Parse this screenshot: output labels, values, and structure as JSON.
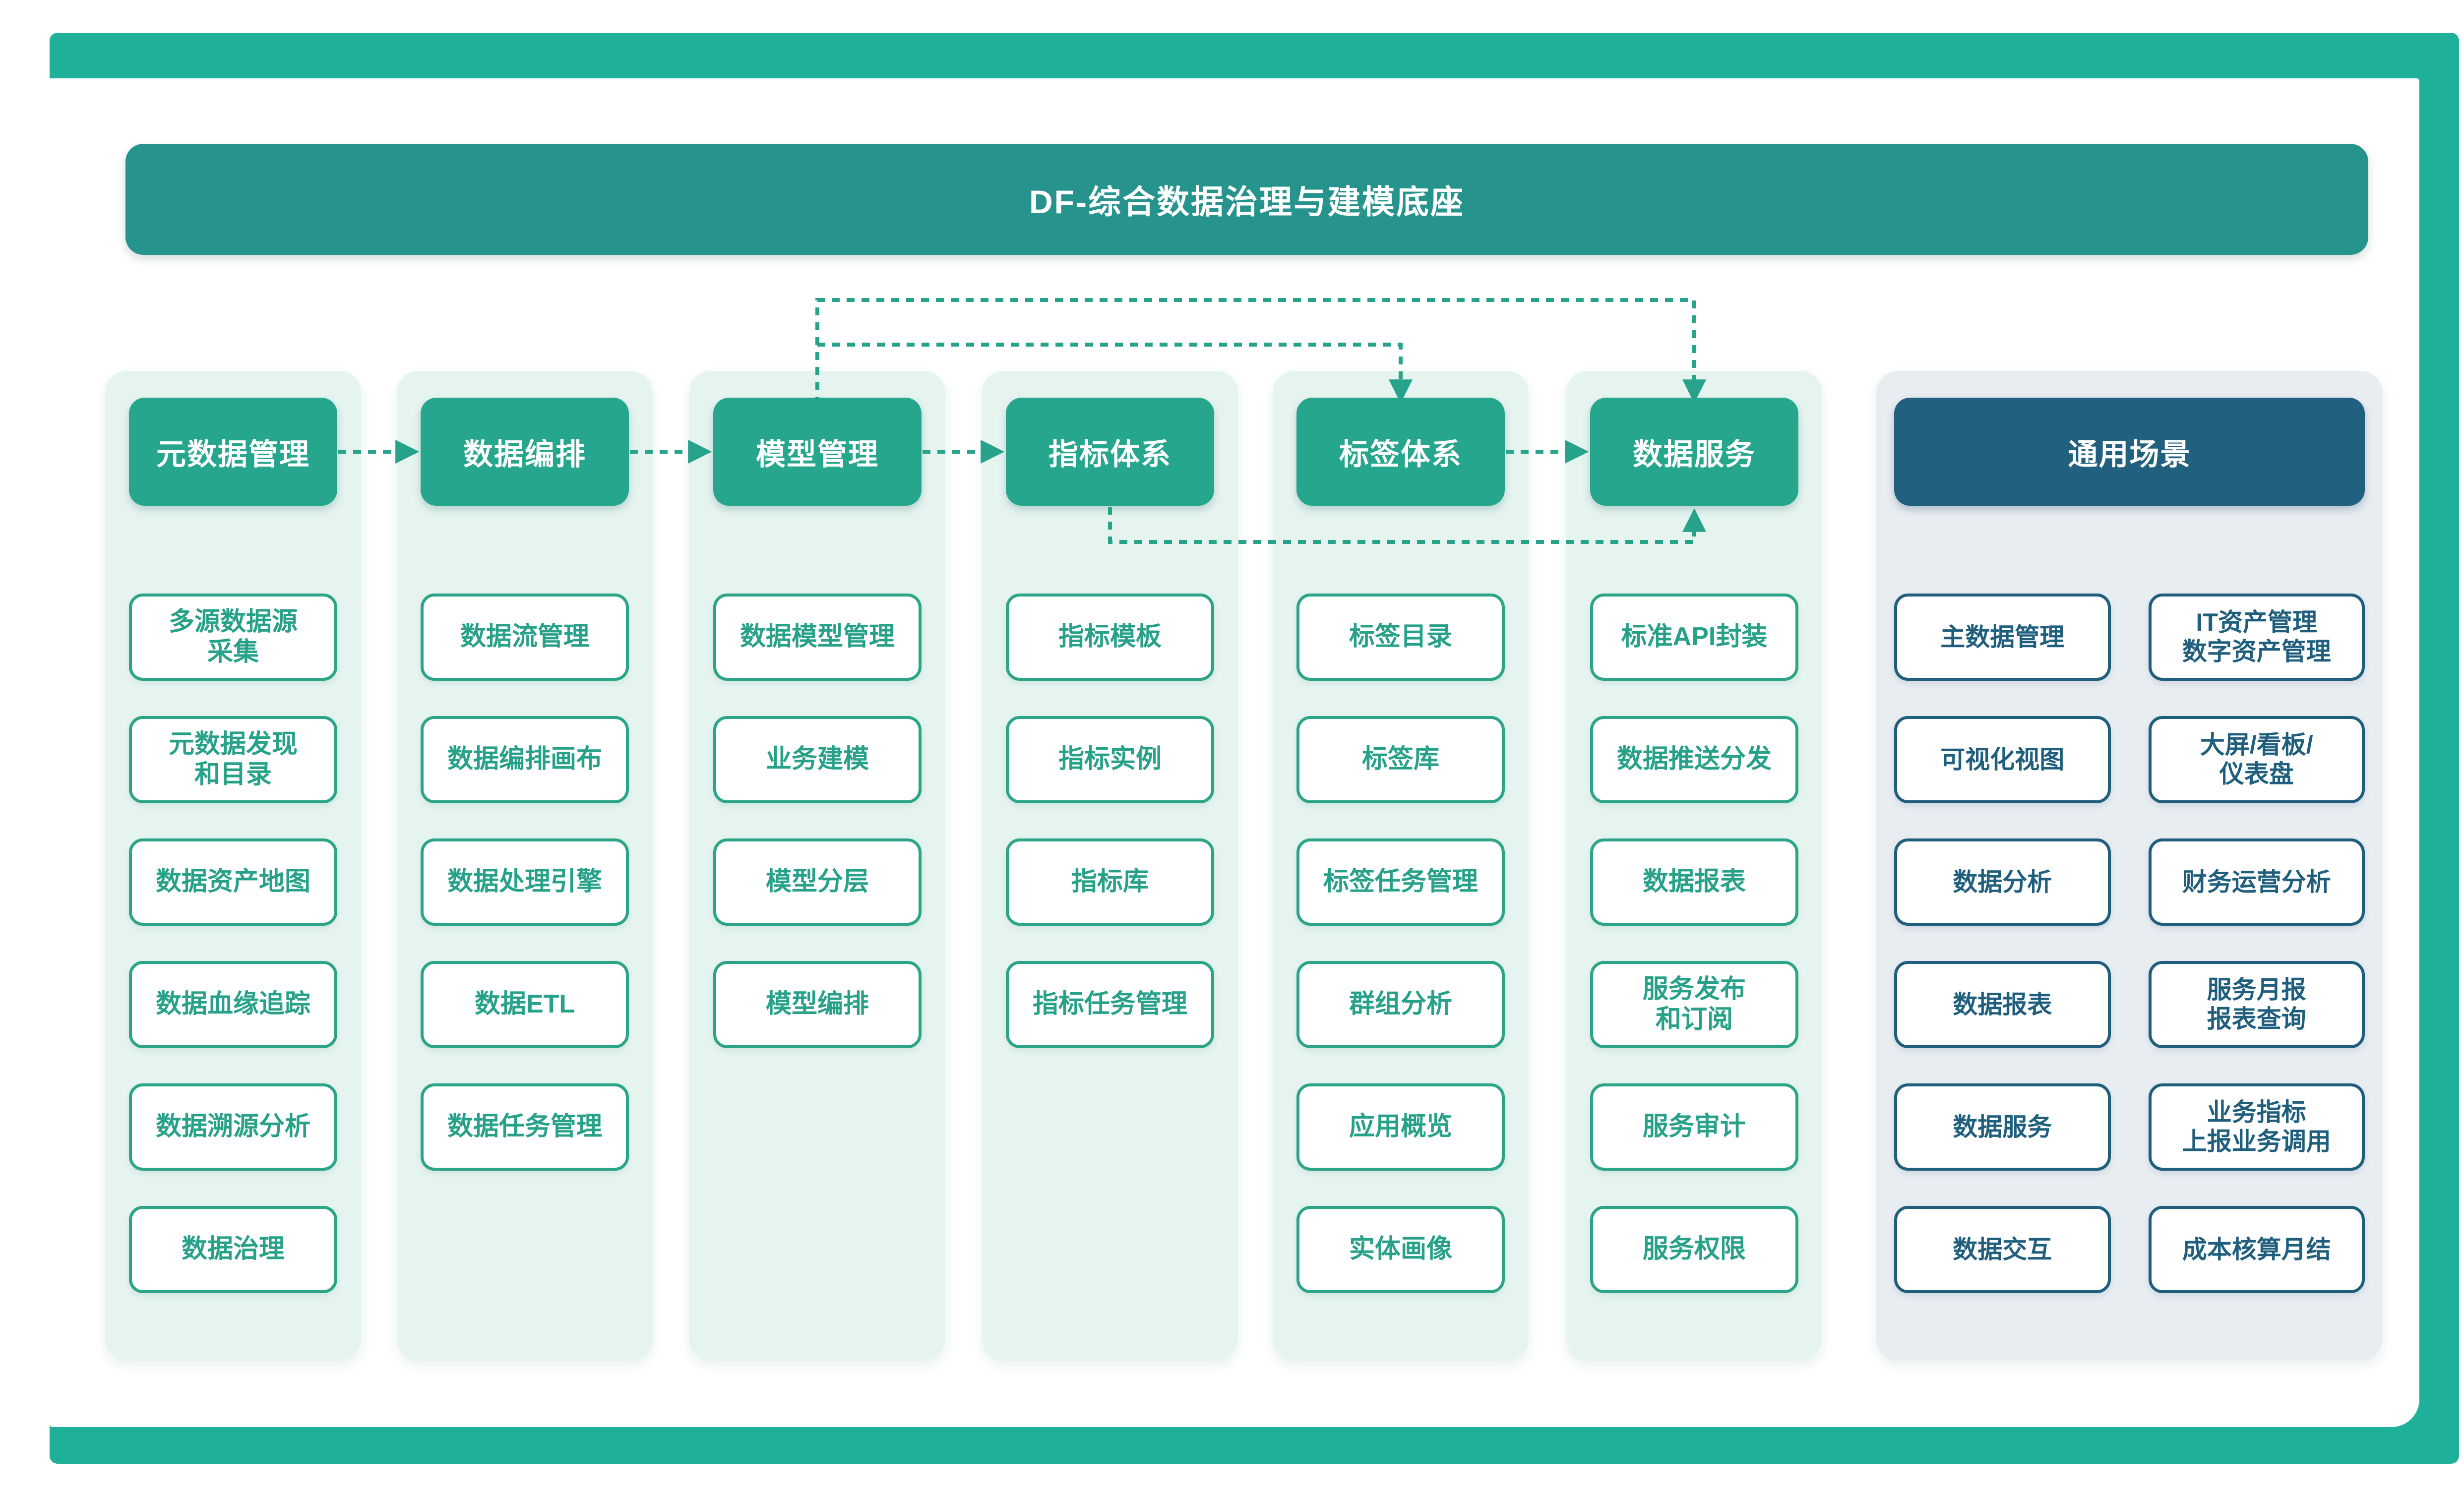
{
  "title": "DF-综合数据治理与建模底座",
  "colors": {
    "frame_teal": "#1FB09A",
    "title_bar_teal": "#26938C",
    "header_green": "#27A68E",
    "item_green": "#27A189",
    "column_bg_mint": "#E6F4F0",
    "scenario_bg_gray": "#E8EDF1",
    "scenario_blue": "#21617F",
    "connector_green": "#26A38A"
  },
  "columns": [
    {
      "header": "元数据管理",
      "items": [
        "多源数据源\n采集",
        "元数据发现\n和目录",
        "数据资产地图",
        "数据血缘追踪",
        "数据溯源分析",
        "数据治理"
      ]
    },
    {
      "header": "数据编排",
      "items": [
        "数据流管理",
        "数据编排画布",
        "数据处理引擎",
        "数据ETL",
        "数据任务管理"
      ]
    },
    {
      "header": "模型管理",
      "items": [
        "数据模型管理",
        "业务建模",
        "模型分层",
        "模型编排"
      ]
    },
    {
      "header": "指标体系",
      "items": [
        "指标模板",
        "指标实例",
        "指标库",
        "指标任务管理"
      ]
    },
    {
      "header": "标签体系",
      "items": [
        "标签目录",
        "标签库",
        "标签任务管理",
        "群组分析",
        "应用概览",
        "实体画像"
      ]
    },
    {
      "header": "数据服务",
      "items": [
        "标准API封装",
        "数据推送分发",
        "数据报表",
        "服务发布\n和订阅",
        "服务审计",
        "服务权限"
      ]
    }
  ],
  "scenarios": {
    "header": "通用场景",
    "left_items": [
      "主数据管理",
      "可视化视图",
      "数据分析",
      "数据报表",
      "数据服务",
      "数据交互"
    ],
    "right_items": [
      "IT资产管理\n数字资产管理",
      "大屏/看板/\n仪表盘",
      "财务运营分析",
      "服务月报\n报表查询",
      "业务指标\n上报业务调用",
      "成本核算月结"
    ]
  }
}
